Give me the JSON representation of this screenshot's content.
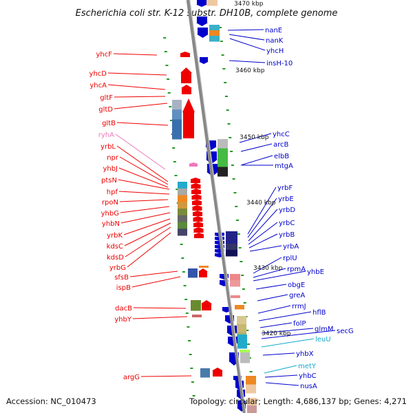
{
  "title": "Escherichia coli str. K-12 substr. DH10B, complete genome",
  "accession": "Accession: NC_010473",
  "topology": "Topology: circular; Length: 4,686,137 bp; Genes: 4,271",
  "colors": {
    "forward": "#ee0000",
    "reverse": "#0000cc",
    "rna_forward": "#ee77bb",
    "rna_reverse": "#11aacc",
    "backbone": "#888888",
    "tick": "#229922"
  },
  "coordinates": [
    "3470 kbp",
    "3460 kbp",
    "3450 kbp",
    "3440 kbp",
    "3430 kbp",
    "3420 kbp"
  ],
  "left_genes": [
    "yhcF",
    "yhcD",
    "yhcA",
    "gltF",
    "gltD",
    "gltB",
    "ryhA",
    "yrbL",
    "npr",
    "yhbJ",
    "ptsN",
    "hpf",
    "rpoN",
    "yhbG",
    "yhbN",
    "yrbK",
    "kdsC",
    "kdsD",
    "yrbG",
    "sfsB",
    "ispB",
    "dacB",
    "yhbY",
    "argG"
  ],
  "right_genes": [
    "nanE",
    "nanK",
    "yhcH",
    "insH-10",
    "yhcC",
    "arcB",
    "elbB",
    "mtgA",
    "yrbF",
    "yrbE",
    "yrbD",
    "yrbC",
    "yrbB",
    "yrbA",
    "rplU",
    "rpmA",
    "yhbE",
    "obgE",
    "greA",
    "rrmJ",
    "hflB",
    "folP",
    "glmM",
    "secG",
    "leuU",
    "yhbX",
    "metY",
    "yhbC",
    "nusA"
  ]
}
